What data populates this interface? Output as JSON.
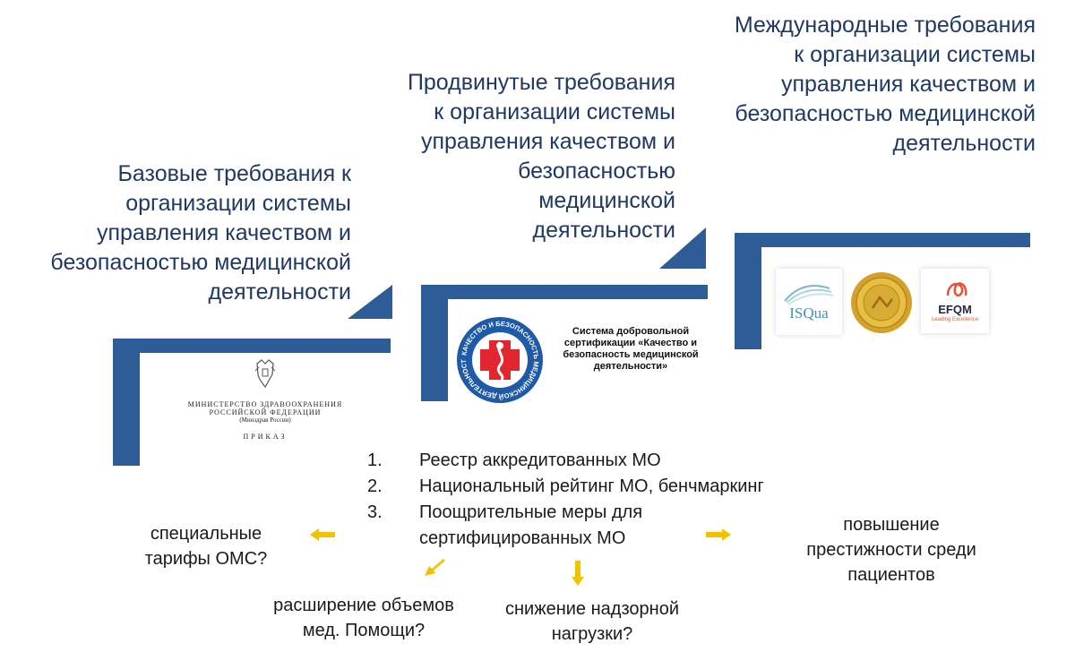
{
  "stages": [
    {
      "text": "Базовые требования к\nорганизации системы\nуправления качеством и\nбезопасностью медицинской\nдеятельности"
    },
    {
      "text": "Продвинутые требования\nк организации системы\nуправления качеством и\nбезопасностью\nмедицинской\nдеятельности"
    },
    {
      "text": "Международные требования\nк организации системы\nуправления качеством и\nбезопасностью медицинской\nдеятельности"
    }
  ],
  "ministry_doc": {
    "line1": "МИНИСТЕРСТВО  ЗДРАВООХРАНЕНИЯ",
    "line2": "РОССИЙСКОЙ  ФЕДЕРАЦИИ",
    "line3": "(Минздрав России)",
    "order": "ПРИКАЗ"
  },
  "certification": {
    "caption": "Система добровольной сертификации «Качество и безопасность медицинской деятельности»",
    "seal_text": "КАЧЕСТВО И БЕЗОПАСНОСТЬ МЕДИЦИНСКОЙ ДЕЯТЕЛЬНОСТИ"
  },
  "intl_logos": {
    "isqua": "ISQua",
    "efqm": "EFQM",
    "efqm_tagline": "Leading Excellence"
  },
  "measures": [
    {
      "num": "1.",
      "text": "Реестр аккредитованных МО"
    },
    {
      "num": "2.",
      "text": "Национальный рейтинг МО, бенчмаркинг"
    },
    {
      "num": "3.",
      "text": "Поощрительные меры для\nсертифицированных МО"
    }
  ],
  "outcomes": {
    "left": "специальные\nтарифы ОМС?",
    "bottom_left": "расширение объемов\nмед. Помощи?",
    "bottom_mid": "снижение надзорной\nнагрузки?",
    "right": "повышение\nпрестижности среди\nпациентов"
  },
  "colors": {
    "navy_text": "#1f3864",
    "step": "#2e5c96",
    "arrow": "#f2c200"
  }
}
